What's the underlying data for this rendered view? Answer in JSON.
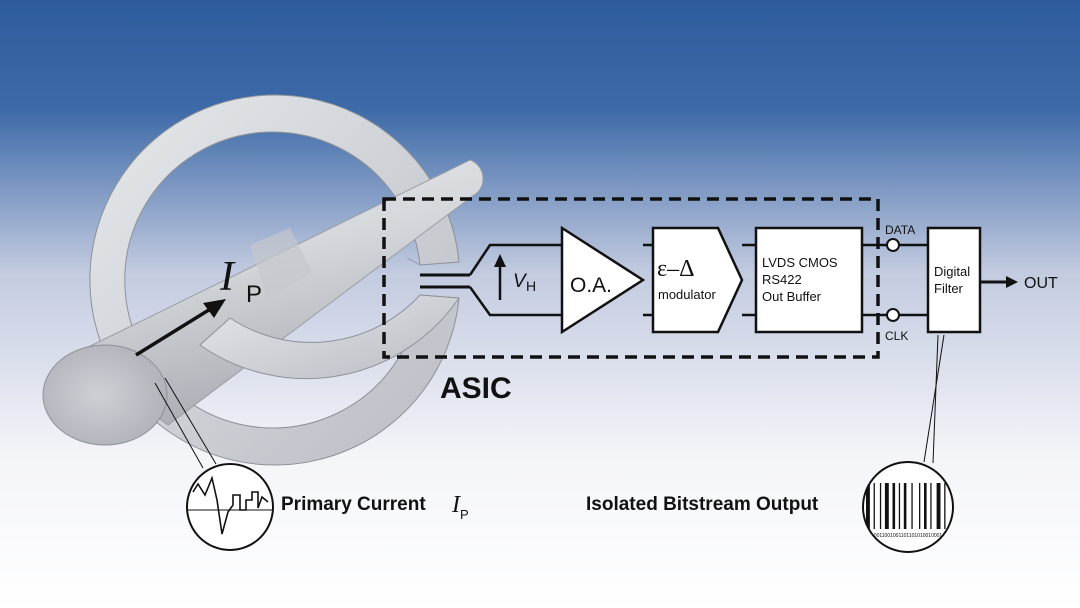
{
  "colors": {
    "background_top": "#2f5f9f",
    "background_bottom": "#ffffff",
    "metal": "#d9dce0",
    "line": "#111111"
  },
  "diagram": {
    "ip_symbol": "I",
    "ip_subscript": "P",
    "vh_symbol": "V",
    "vh_subscript": "H",
    "oa_label": "O.A.",
    "modulator_symbol": "ε–Δ",
    "modulator_label": "modulator",
    "buffer_line1": "LVDS CMOS",
    "buffer_line2": "RS422",
    "buffer_line3": "Out Buffer",
    "data_label": "DATA",
    "clk_label": "CLK",
    "filter_line1": "Digital",
    "filter_line2": "Filter",
    "out_label": "OUT",
    "asic_label": "ASIC",
    "primary_current_label": "Primary Current",
    "primary_current_symbol": "I",
    "primary_current_subscript": "P",
    "bitstream_label": "Isolated Bitstream Output",
    "bitstream_bits": "0011001001101101010010001"
  }
}
